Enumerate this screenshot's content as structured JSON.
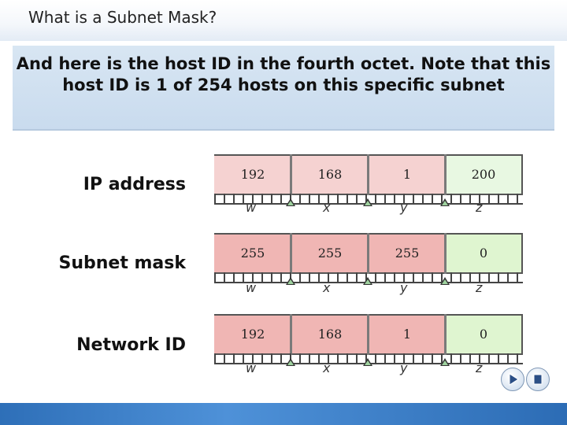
{
  "slide": {
    "title": "What is a Subnet Mask?",
    "banner_text": "And here is the host ID in the fourth octet. Note that this host ID is 1 of 254 hosts on this specific subnet"
  },
  "rows": [
    {
      "label": "IP address",
      "octets": [
        "192",
        "168",
        "1",
        "200"
      ],
      "letters": [
        "w",
        "x",
        "y",
        "z"
      ]
    },
    {
      "label": "Subnet mask",
      "octets": [
        "255",
        "255",
        "255",
        "0"
      ],
      "letters": [
        "w",
        "x",
        "y",
        "z"
      ]
    },
    {
      "label": "Network ID",
      "octets": [
        "192",
        "168",
        "1",
        "0"
      ],
      "letters": [
        "w",
        "x",
        "y",
        "z"
      ]
    }
  ],
  "colors": {
    "network_octet": "#f0b6b4",
    "ip_network_octet": "#f5d2d1",
    "host_octet_highlight": "#e8f8e2",
    "host_octet_mask": "#dff5d0"
  },
  "nav": {
    "prev_icon": "play-icon",
    "stop_icon": "stop-icon"
  }
}
